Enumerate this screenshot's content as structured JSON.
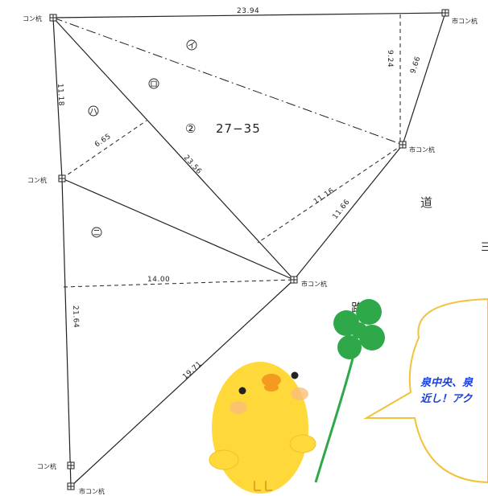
{
  "corner_labels": {
    "top_left": "コン杭",
    "top_right": "市コン杭",
    "right_mid": "市コン杭",
    "left_mid": "コン杭",
    "center_right": "市コン杭",
    "bottom_left_upper": "コン杭",
    "bottom_left_lower": "市コン杭"
  },
  "measurements": {
    "top_edge": "23.94",
    "right_short": "9.24",
    "right_edge": "9.66",
    "left_upper": "11.18",
    "diag_a": "6.65",
    "diag_main": "23.56",
    "diag_b": "11.16",
    "right_lower": "11.66",
    "horizontal": "14.00",
    "left_lower": "21.64",
    "bottom_edge": "19.71"
  },
  "sub_lot_marks": {
    "i": "イ",
    "ro": "ロ",
    "ha": "ハ",
    "ni": "ニ"
  },
  "lot_number": {
    "circled": "②",
    "number": "27−35"
  },
  "road_chars": {
    "michi": "道",
    "ro": "路",
    "partial": "ヨ"
  },
  "speech_bubble": {
    "line1": "泉中央、泉",
    "line2": "近し！アク"
  },
  "colors": {
    "clover": "#2fa84a",
    "chick": "#ffd83a",
    "beak": "#f39a1f",
    "bubble_border": "#f2c23a",
    "bubble_text": "#1a3ee0"
  }
}
